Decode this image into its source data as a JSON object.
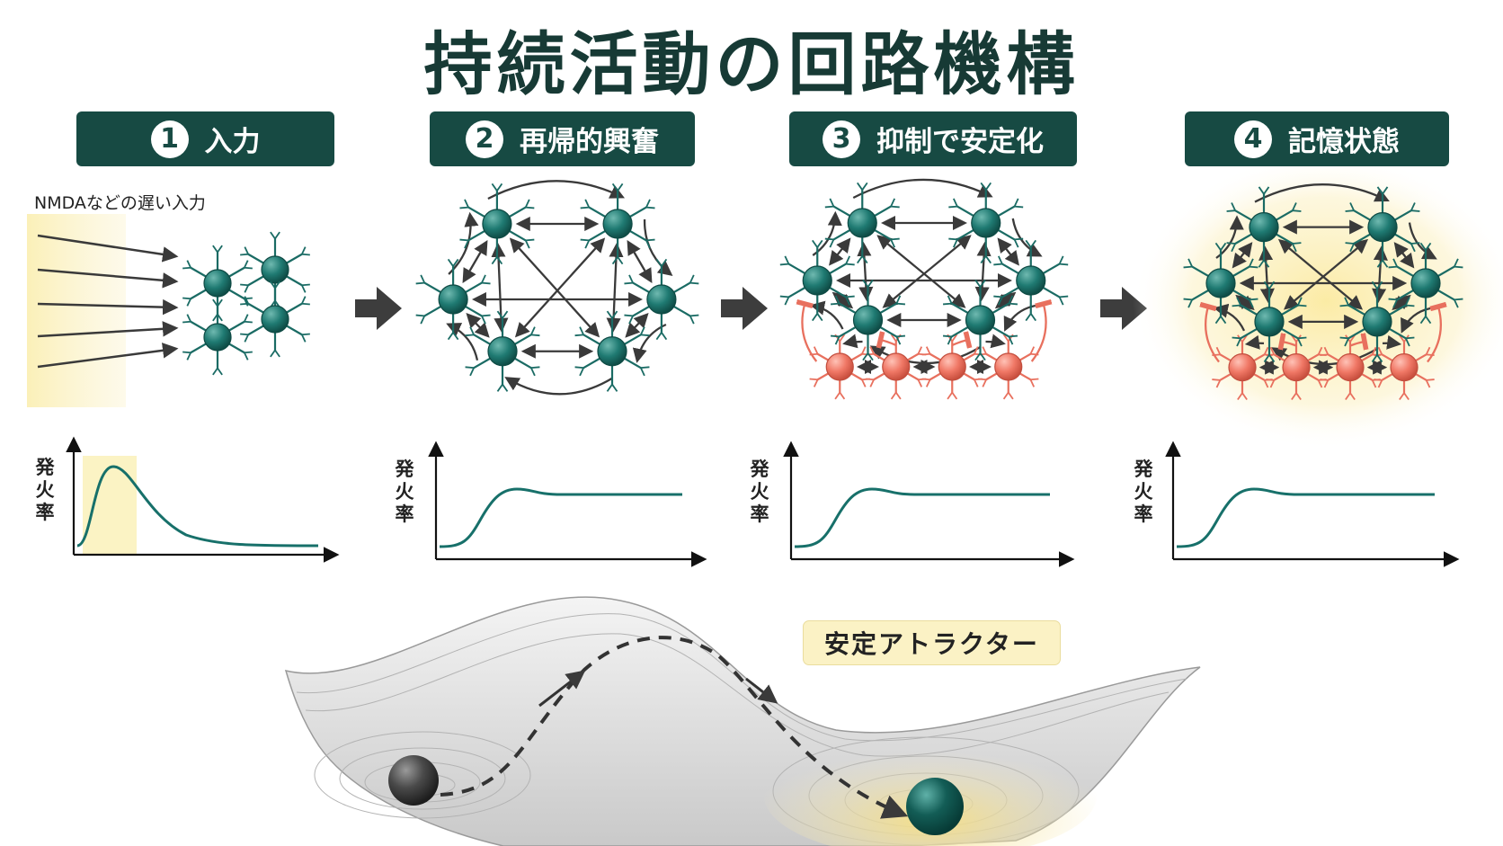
{
  "title": "持続活動の回路機構",
  "steps": [
    {
      "number": "1",
      "label": "入力"
    },
    {
      "number": "2",
      "label": "再帰的興奮"
    },
    {
      "number": "3",
      "label": "抑制で安定化"
    },
    {
      "number": "4",
      "label": "記憶状態"
    }
  ],
  "input_caption": "NMDAなどの遅い入力",
  "firing_axis_label": [
    "発",
    "火",
    "率"
  ],
  "attractor_label": "安定アトラクター",
  "colors": {
    "header_bg": "#174a43",
    "excitatory_neuron": "#1f7a72",
    "inhibitory_neuron": "#f07866",
    "inhibitory_connection": "#e8705e",
    "firing_curve": "#17706a",
    "input_glow": "#fbf3c4",
    "attractor_glow": "#f8e9a0"
  },
  "icons": [
    "right-arrow-icon",
    "excitatory-neuron-icon",
    "inhibitory-neuron-icon"
  ]
}
